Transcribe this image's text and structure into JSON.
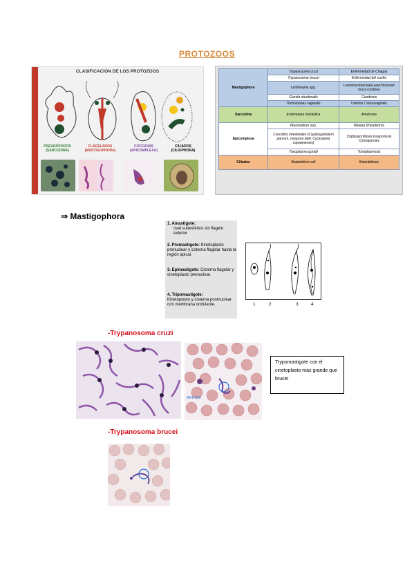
{
  "title": "PROTOZOOS",
  "classification_figure": {
    "heading": "CLASIFICACIÓN DE LOS PROTOZOOS",
    "groups": [
      {
        "line1": "PSEUDÓPODOS",
        "line2": "(SARCODINA)",
        "color": "#2e7d32"
      },
      {
        "line1": "FLAGELADOS",
        "line2": "(MASTIGOPHORA)",
        "color": "#c0392b"
      },
      {
        "line1": "COCCIDIAS",
        "line2": "(APICOMPLEXA)",
        "color": "#7b3fa0"
      },
      {
        "line1": "CILIADOS",
        "line2": "(CILIOPHORA)",
        "color": "#222222"
      }
    ]
  },
  "table": {
    "rows": [
      {
        "group": "Mastigophora",
        "organism": "Trypanosoma cruzi",
        "disease": "Enfermedad de Chagas"
      },
      {
        "group": "",
        "organism": "Trypanosoma brucei",
        "disease": "Enfermedad del sueño"
      },
      {
        "group": "",
        "organism": "Leishmania spp.",
        "disease": "Leishmaniosis kala-azar/Visceral/ muco-cutánea"
      },
      {
        "group": "",
        "organism": "Giardia duodenalis",
        "disease": "Giardiosis"
      },
      {
        "group": "",
        "organism": "Trichomonas vaginalis",
        "disease": "Uretritis / Vulvovaginitis"
      },
      {
        "group": "Sarcodina",
        "organism": "Entamoeba histolytica",
        "disease": "Amebosis"
      },
      {
        "group": "Apicomplexa",
        "organism": "Plasmodium spp.",
        "disease": "Malaria (Paludismo)"
      },
      {
        "group": "",
        "organism": "Coccidios intestinales (Cryptosporidium parvum, Isospora belli, Cyclospora cayetanensis)",
        "disease": "Criptosporidiosis Isosporiosis Ciclosporosis"
      },
      {
        "group": "",
        "organism": "Toxoplasma gondii",
        "disease": "Toxoplasmosis"
      },
      {
        "group": "Ciliados",
        "organism": "Balantidium coli",
        "disease": "Balantidiosis"
      }
    ]
  },
  "mastigophora": {
    "arrow": "⇒",
    "heading": "Mastigophora",
    "stages": [
      {
        "name": "1.  Amastigote:",
        "desc": "oval subesférico sin flagelo exterior"
      },
      {
        "name": "2. Promastigote:",
        "desc": "Kinetoplasto prenuclear y cisterna flagelar hasta la región apical."
      },
      {
        "name": "3. Epimastigote:",
        "desc": "Cisterna flagelar y cinetoplasto prenuclear."
      },
      {
        "name": "4. Tripomastigote:",
        "desc": "Kinetoplasto y cisterna postnuclear con membrana ondulante."
      }
    ],
    "stage_numbers": [
      "1",
      "2",
      "3",
      "4"
    ]
  },
  "cruzi": {
    "heading": "-Trypanosoma cruzi",
    "photo_label": "BRUCEI",
    "note": "Trypomastigote con el cinetoplasto mas grande que brucei"
  },
  "brucei": {
    "heading": "-Trypanosoma brucei"
  }
}
